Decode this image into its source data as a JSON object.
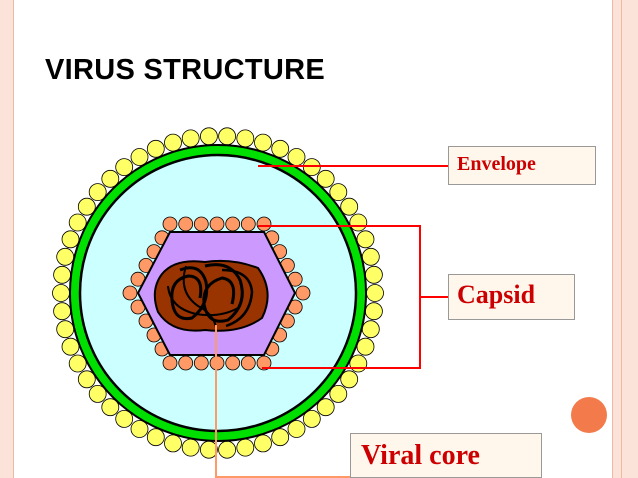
{
  "title": "VIRUS STRUCTURE",
  "labels": {
    "envelope": "Envelope",
    "capsid": "Capsid",
    "core": "Viral core"
  },
  "colors": {
    "envelope_ring": "#00e000",
    "membrane_fill": "#ccffff",
    "spike_fill": "#ffff66",
    "capsid_fill": "#cc99ff",
    "capsomere_fill": "#ff9966",
    "core_fill": "#993300",
    "label_text": "#cc0000",
    "leader_red": "#ff0000",
    "leader_orange": "#ff9966",
    "accent_dot": "#f27a4b"
  }
}
